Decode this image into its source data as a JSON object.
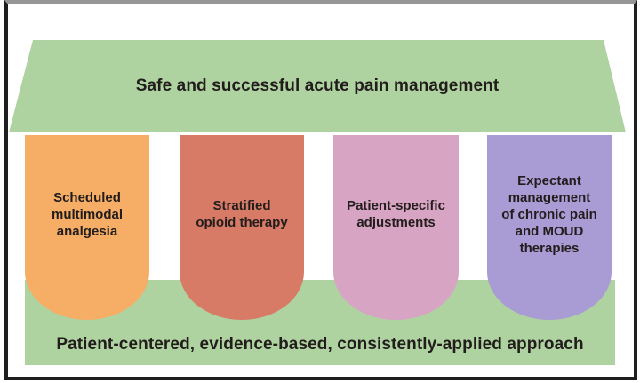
{
  "figure": {
    "text_color": "#221d1c",
    "roof": {
      "label": "Safe and successful acute pain management",
      "color": "#aed3a0"
    },
    "pillars": [
      {
        "text": "Scheduled\nmultimodal\nanalgesia",
        "color": "#f6ae67"
      },
      {
        "text": "Stratified\nopioid therapy",
        "color": "#d87b66"
      },
      {
        "text": "Patient-specific\nadjustments",
        "color": "#d7a4c3"
      },
      {
        "text": "Expectant\nmanagement\nof chronic pain\nand MOUD\ntherapies",
        "color": "#a99bd3"
      }
    ],
    "base": {
      "label": "Patient-centered, evidence-based, consistently-applied approach",
      "color": "#aed3a0"
    }
  }
}
